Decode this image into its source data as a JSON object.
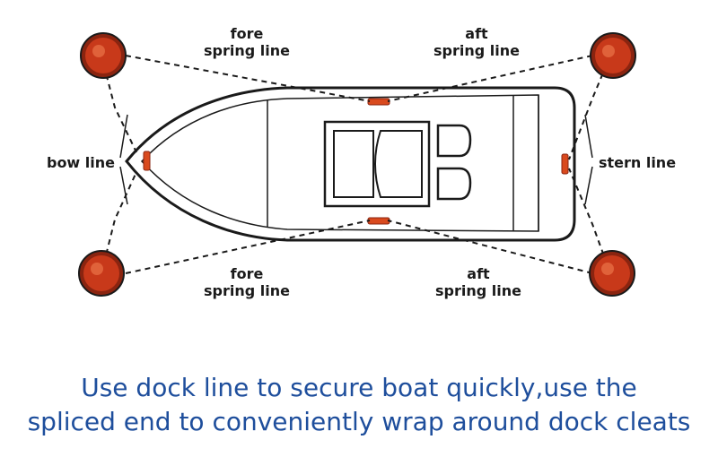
{
  "labels": {
    "fore_top": [
      "fore",
      "spring line"
    ],
    "aft_top": [
      "aft",
      "spring line"
    ],
    "bow": "bow line",
    "stern": "stern line",
    "fore_bottom": [
      "fore",
      "spring line"
    ],
    "aft_bottom": [
      "aft",
      "spring line"
    ]
  },
  "caption": {
    "line1": "Use dock line to secure boat quickly,use the",
    "line2": "spliced end to conveniently wrap around dock cleats"
  },
  "colors": {
    "cleat": "#c8391a",
    "cleat_dark": "#8a2410",
    "ink": "#1a1a1a",
    "caption": "#1e4e9c"
  }
}
